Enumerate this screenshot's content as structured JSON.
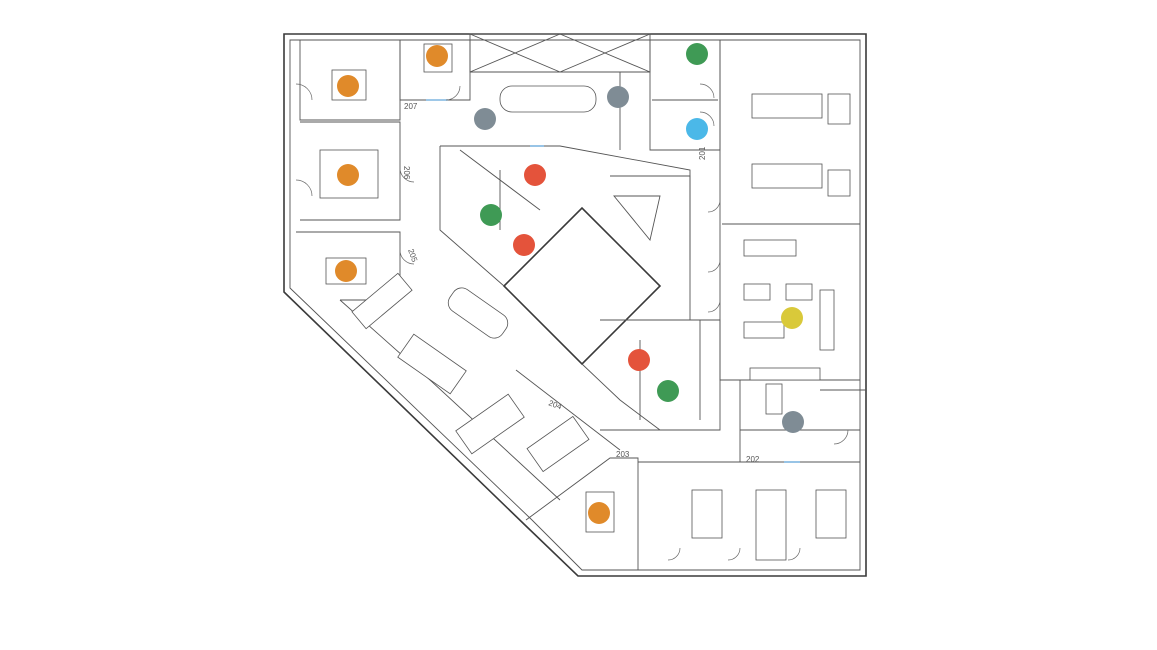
{
  "room_labels": [
    {
      "id": "202",
      "text": "202"
    },
    {
      "id": "203",
      "text": "203"
    },
    {
      "id": "204",
      "text": "204"
    },
    {
      "id": "205",
      "text": "205"
    },
    {
      "id": "206",
      "text": "206"
    },
    {
      "id": "207",
      "text": "207"
    },
    {
      "id": "201",
      "text": "201"
    }
  ],
  "marker_colors": {
    "orange": "#e08a2a",
    "red": "#e4533b",
    "green": "#3f9a55",
    "gray": "#7f8c95",
    "blue": "#4bb8e8",
    "yellow": "#d9c93a"
  },
  "markers": [
    {
      "color": "orange",
      "room": "207"
    },
    {
      "color": "orange",
      "room": "206"
    },
    {
      "color": "orange",
      "room": "205"
    },
    {
      "color": "orange",
      "room": "203"
    },
    {
      "color": "orange",
      "room": "207"
    },
    {
      "color": "red",
      "room": "204"
    },
    {
      "color": "red",
      "room": "204"
    },
    {
      "color": "red",
      "room": "204"
    },
    {
      "color": "green",
      "room": "204"
    },
    {
      "color": "green",
      "room": "201"
    },
    {
      "color": "green",
      "room": "202"
    },
    {
      "color": "gray",
      "room": "207"
    },
    {
      "color": "gray",
      "room": "201"
    },
    {
      "color": "gray",
      "room": "202"
    },
    {
      "color": "blue",
      "room": "201"
    },
    {
      "color": "yellow",
      "room": "201"
    }
  ]
}
